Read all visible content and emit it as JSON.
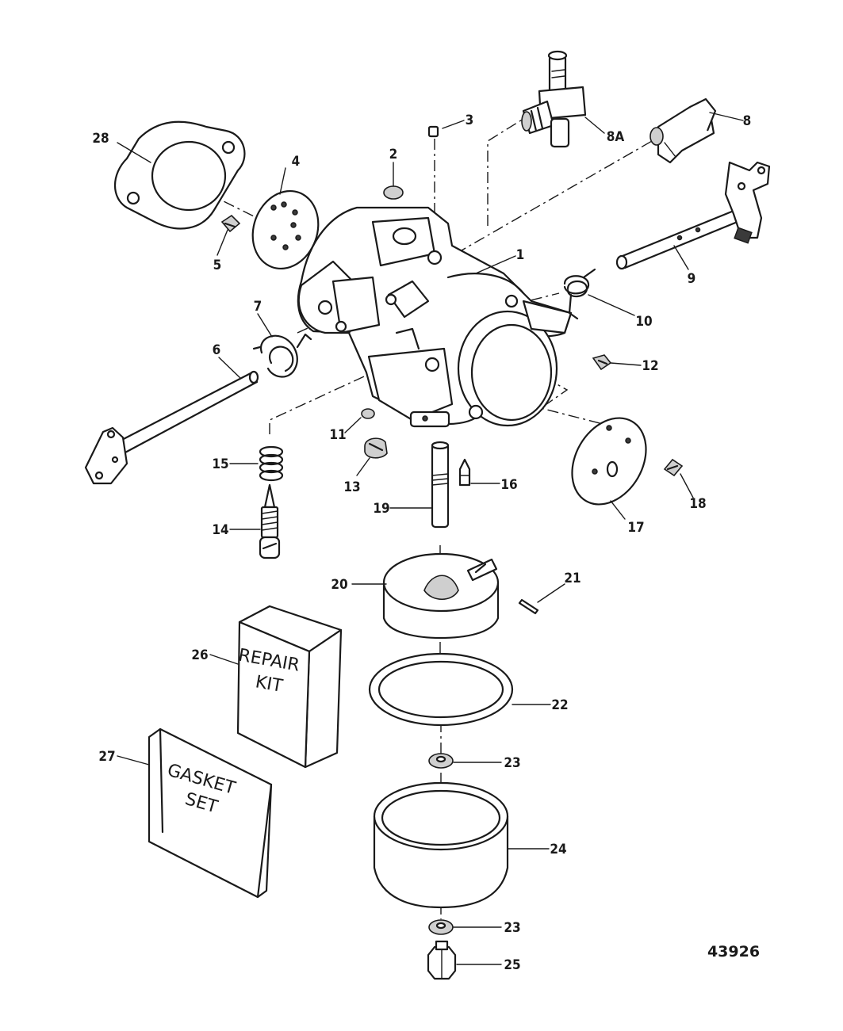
{
  "figure_number": "43926",
  "callouts": {
    "c1": "1",
    "c2": "2",
    "c3": "3",
    "c4": "4",
    "c5": "5",
    "c6": "6",
    "c7": "7",
    "c8": "8",
    "c8a": "8A",
    "c9": "9",
    "c10": "10",
    "c11": "11",
    "c12": "12",
    "c13": "13",
    "c14": "14",
    "c15": "15",
    "c16": "16",
    "c17": "17",
    "c18": "18",
    "c19": "19",
    "c20": "20",
    "c21": "21",
    "c22": "22",
    "c23a": "23",
    "c23b": "23",
    "c24": "24",
    "c25": "25",
    "c26": "26",
    "c27": "27",
    "c28": "28"
  },
  "repair_kit": {
    "line1": "REPAIR",
    "line2": "KIT"
  },
  "gasket_set": {
    "line1": "GASKET",
    "line2": "SET"
  }
}
